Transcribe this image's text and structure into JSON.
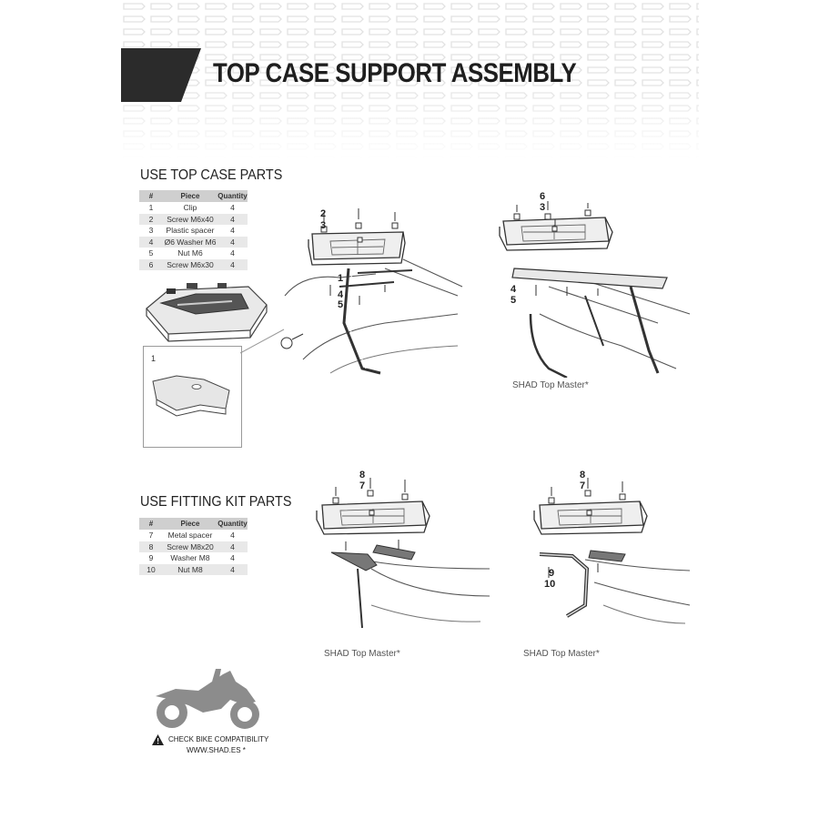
{
  "title": "TOP CASE SUPPORT ASSEMBLY",
  "sections": {
    "top_case": {
      "heading": "USE TOP CASE PARTS",
      "columns": [
        "#",
        "Piece",
        "Quantity"
      ],
      "rows": [
        [
          "1",
          "Clip",
          "4"
        ],
        [
          "2",
          "Screw M6x40",
          "4"
        ],
        [
          "3",
          "Plastic spacer",
          "4"
        ],
        [
          "4",
          "Ø6 Washer M6",
          "4"
        ],
        [
          "5",
          "Nut M6",
          "4"
        ],
        [
          "6",
          "Screw M6x30",
          "4"
        ]
      ],
      "detail_label": "1"
    },
    "fitting_kit": {
      "heading": "USE FITTING KIT PARTS",
      "columns": [
        "#",
        "Piece",
        "Quantity"
      ],
      "rows": [
        [
          "7",
          "Metal spacer",
          "4"
        ],
        [
          "8",
          "Screw M8x20",
          "4"
        ],
        [
          "9",
          "Washer M8",
          "4"
        ],
        [
          "10",
          "Nut M8",
          "4"
        ]
      ]
    }
  },
  "diagrams": {
    "d1_callouts": [
      "2",
      "3",
      "1",
      "4",
      "5"
    ],
    "d2_callouts": [
      "6",
      "3",
      "4",
      "5"
    ],
    "d2_caption": "SHAD Top Master*",
    "d3_callouts": [
      "8",
      "7"
    ],
    "d3_caption": "SHAD Top Master*",
    "d4_callouts": [
      "8",
      "7",
      "9",
      "10"
    ],
    "d4_caption": "SHAD Top Master*"
  },
  "compatibility": {
    "line1": "CHECK BIKE COMPATIBILITY",
    "line2": "WWW.SHAD.ES *",
    "warning_icon": "warning-triangle-icon"
  },
  "colors": {
    "title_block": "#2b2b2b",
    "table_header": "#cfcfcf",
    "table_alt_row": "#e8e8e8",
    "bike_silhouette": "#8c8c8c"
  }
}
